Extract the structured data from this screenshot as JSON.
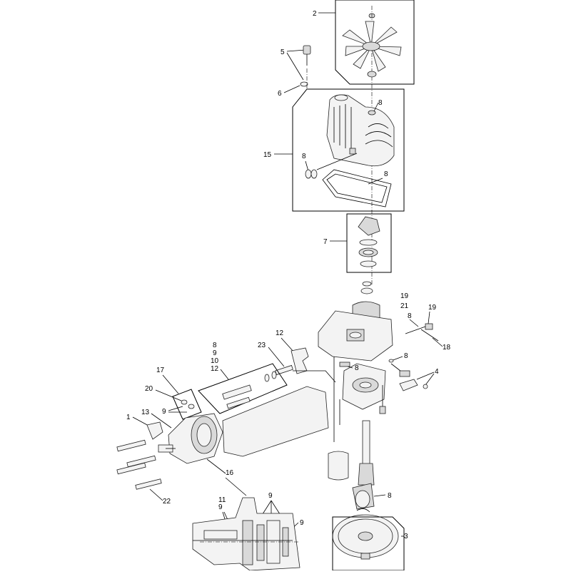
{
  "callouts": {
    "c1": "1",
    "c2": "2",
    "c3": "3",
    "c4": "4",
    "c5": "5",
    "c6": "6",
    "c7": "7",
    "c8": "8",
    "c9": "9",
    "c10": "10",
    "c11": "11",
    "c12": "12",
    "c13": "13",
    "c15": "15",
    "c16": "16",
    "c17": "17",
    "c18": "18",
    "c19": "19",
    "c20": "20",
    "c21": "21",
    "c22": "22",
    "c23": "23"
  }
}
